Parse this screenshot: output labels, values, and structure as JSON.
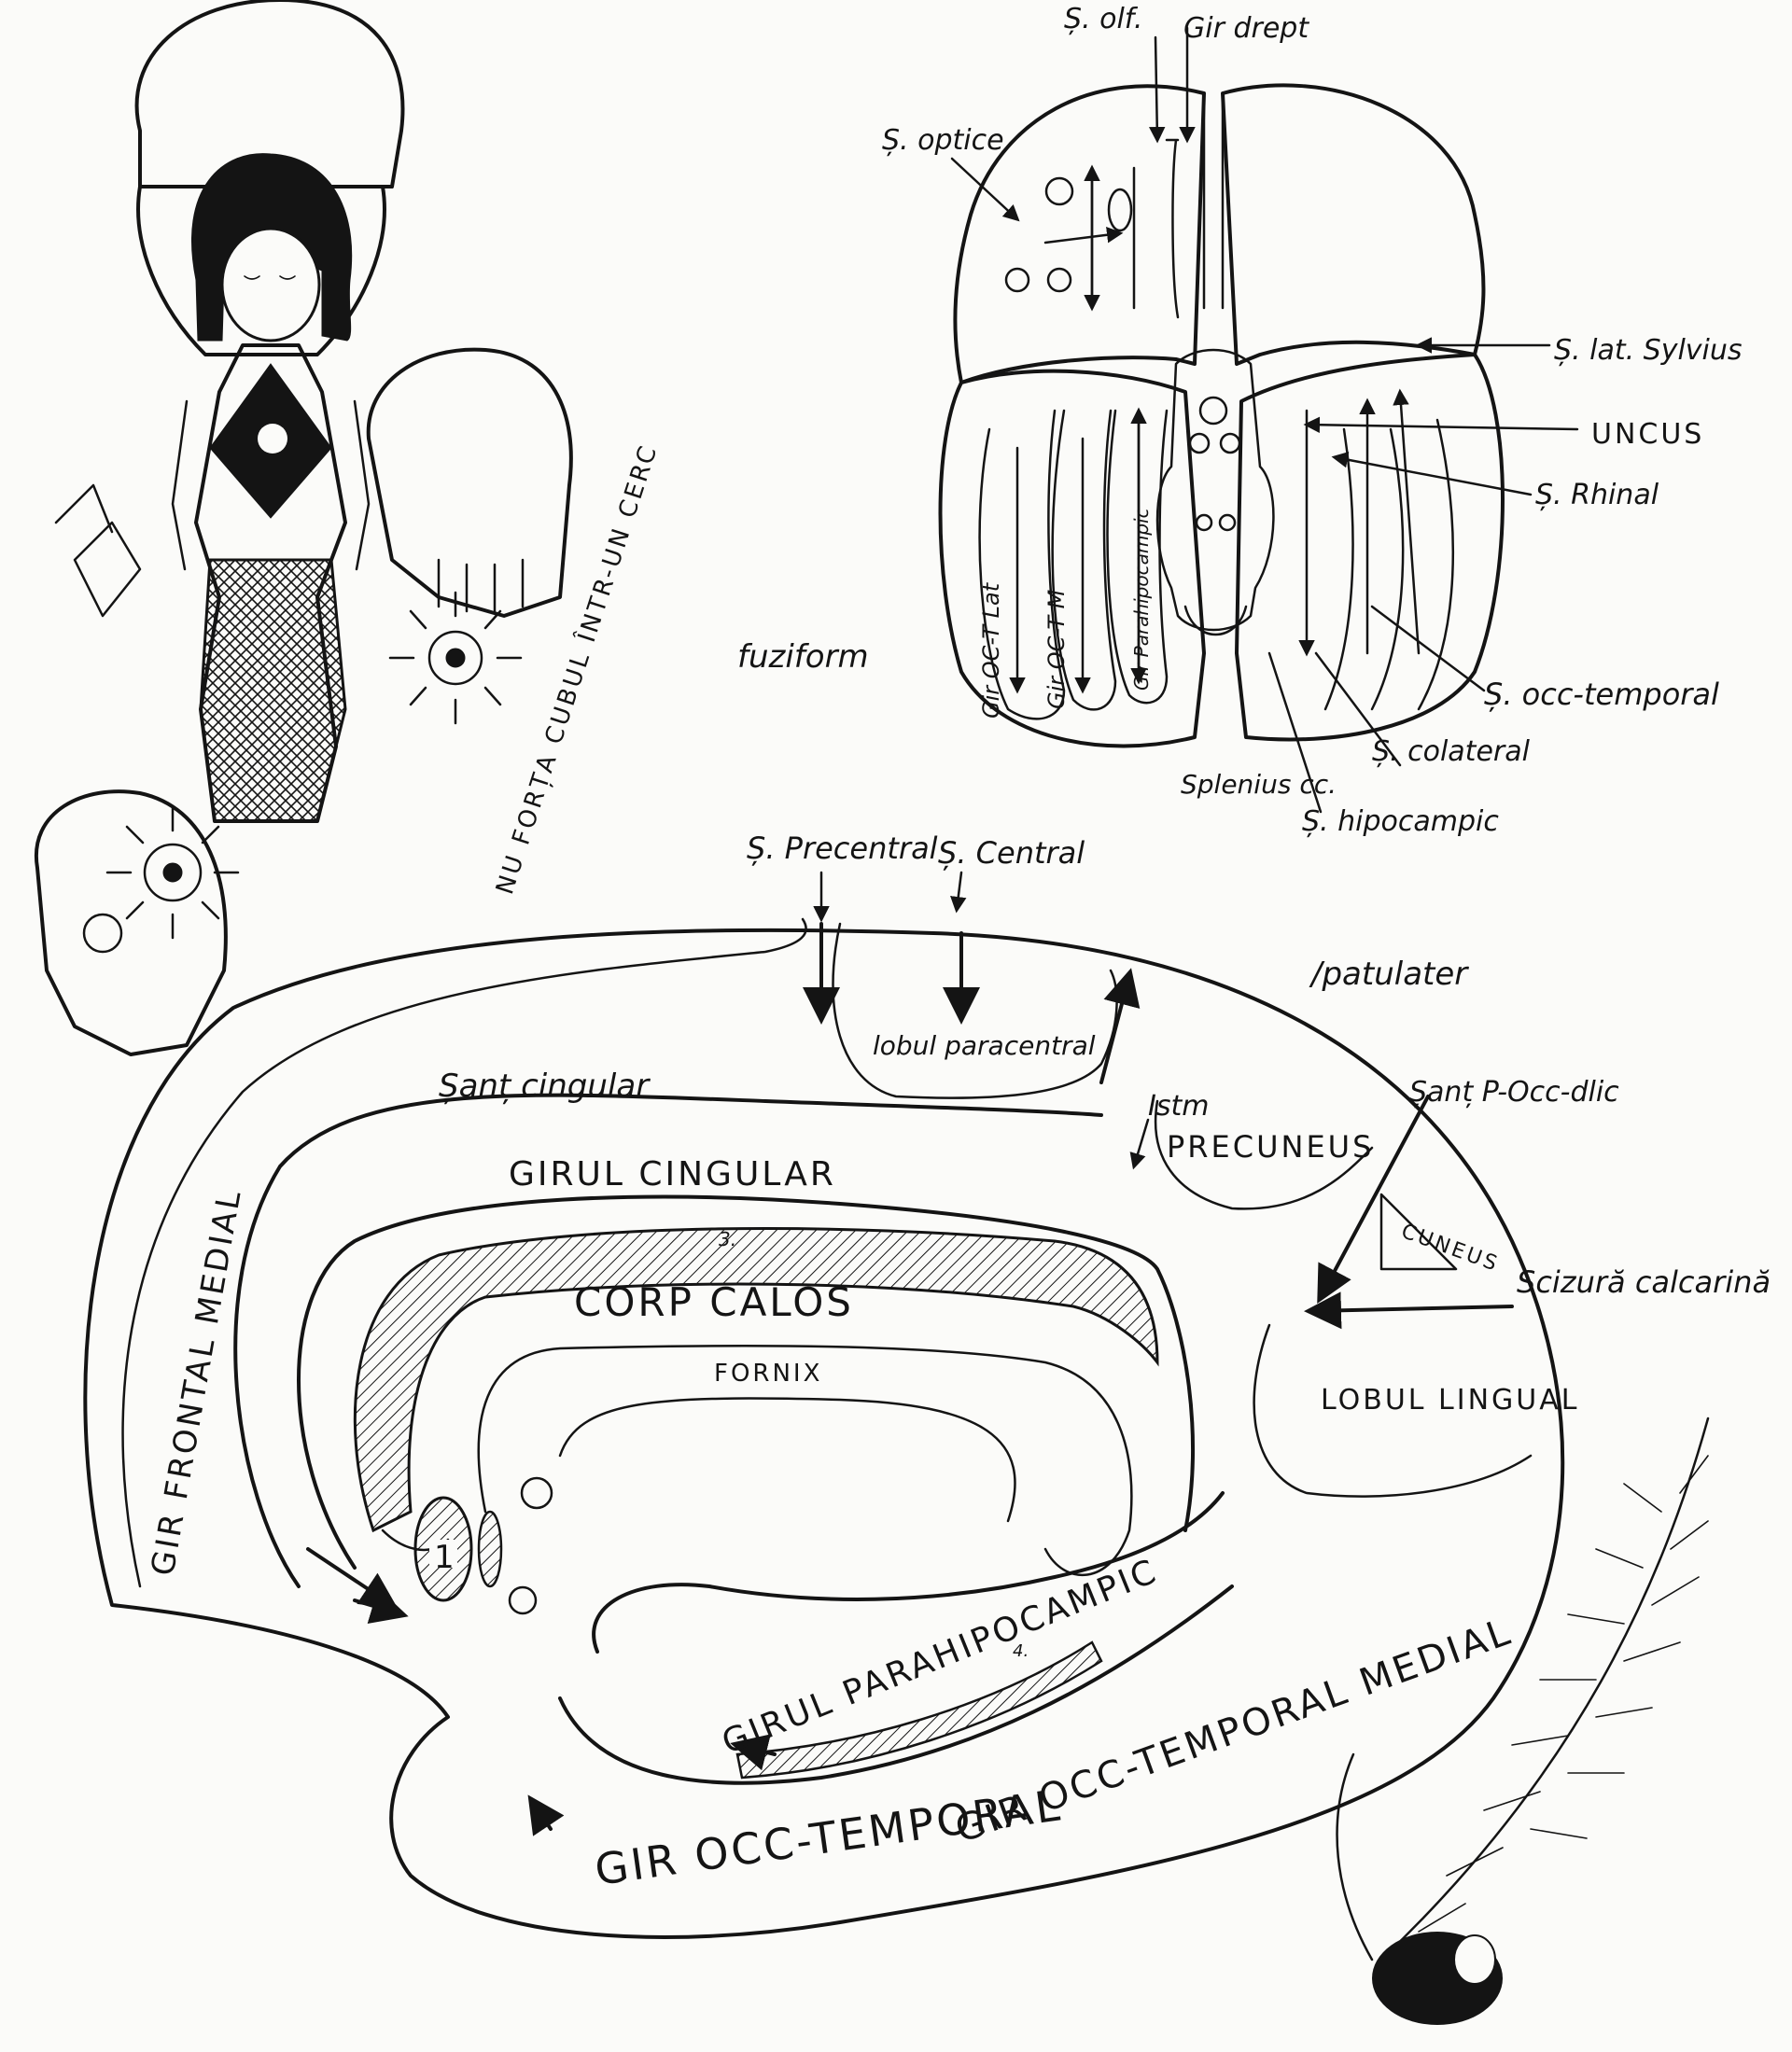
{
  "sketch_caption": "NU FORȚA CUBUL ÎNTR-UN CERC",
  "bottom_diagram": {
    "labels": {
      "sulcus_precentral": "Ș. Precentral",
      "sulcus_central": "Ș. Central",
      "paracentral_lobule": "lobul paracentral",
      "cingulate_sulcus": "Șanț cingular",
      "isthmus": "Istm",
      "precuneus": "PRECUNEUS",
      "cingulate_gyrus": "GIRUL CINGULAR",
      "parieto_occipital_sulcus": "Șanț P-Occ-dlic",
      "cuneus": "CUNEUS",
      "calcarine_fissure": "Scizură calcarină",
      "corpus_callosum": "CORP CALOS",
      "fornix": "FORNIX",
      "number_3": "3.",
      "number_1": "1",
      "number_4": "4.",
      "medial_frontal_gyrus": "GIR FRONTAL MEDIAL",
      "lingual_lobule": "LOBUL LINGUAL",
      "parahippocampal_gyrus": "GIRUL PARAHIPOCAMPIC",
      "medial_occ_temporal_gyrus": "GIR OCC-TEMPORAL MEDIAL",
      "lateral_occ_temporal_gyrus": "GIR OCC-TEMPORAL",
      "splenial": "/patulater"
    }
  },
  "top_diagram": {
    "labels": {
      "olfactory_sulcus": "Ș. olf.",
      "straight_gyrus": "Gir drept",
      "optic_sulci": "Ș. optice",
      "lateral_sylvian_sulcus": "Ș. lat. Sylvius",
      "uncus": "UNCUS",
      "rhinal_sulcus": "Ș. Rhinal",
      "fusiform": "fuziform",
      "lat_occ_temporal_gyrus": "Gir OC-T Lat",
      "med_occ_temporal_gyrus": "Gir OC-T M",
      "parahippocampal_gyrus": "Gir Parahipocampic",
      "occipitotemporal_sulcus": "Ș. occ-temporal",
      "collateral_sulcus": "Ș. colateral",
      "splenium": "Splenius cc.",
      "hippocampal_sulcus": "Ș. hipocampic"
    }
  },
  "colors": {
    "ink": "#141414",
    "paper": "#fbfbf9"
  }
}
